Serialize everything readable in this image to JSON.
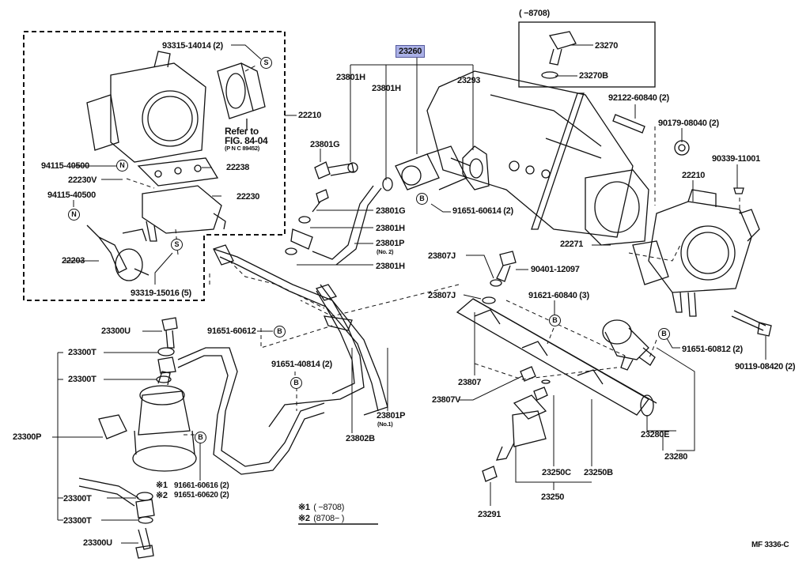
{
  "diagram": {
    "title": "Fuel Injection System Parts Diagram",
    "figure_code": "MF 3336-C",
    "highlight_color": "#aab0e6",
    "highlighted_part": "23260",
    "inset_box": {
      "date_range": "(        −8708)",
      "parts": [
        "23270",
        "23270B"
      ]
    },
    "footnotes": [
      {
        "mark": "※1",
        "range": "(        −8708)"
      },
      {
        "mark": "※2",
        "range": "(8708−        )"
      }
    ],
    "refer_note": {
      "line1": "Refer to",
      "line2": "FIG. 84-04",
      "line3": "(P N C 89452)"
    },
    "circle_marks": {
      "S": "S",
      "N": "N",
      "B": "B"
    },
    "labels": {
      "p93315": "93315-14014 (2)",
      "p22210a": "22210",
      "p22238": "22238",
      "p94115a": "94115-40500",
      "p22230V": "22230V",
      "p94115b": "94115-40500",
      "p22230": "22230",
      "p22203": "22203",
      "p93319": "93319-15016 (5)",
      "p23260": "23260",
      "p23801Ha": "23801H",
      "p23801Hb": "23801H",
      "p23293": "23293",
      "p23801Ga": "23801G",
      "p91651_60614": "91651-60614 (2)",
      "p23801Gb": "23801G",
      "p23801Hc": "23801H",
      "p23801P2": "23801P",
      "p23801P2_sub": "(No. 2)",
      "p23801Hd": "23801H",
      "p23807Ja": "23807J",
      "p90401": "90401-12097",
      "p23807Jb": "23807J",
      "p91621": "91621-60840 (3)",
      "p23270": "23270",
      "p23270B": "23270B",
      "p92122": "92122-60840 (2)",
      "p90179": "90179-08040 (2)",
      "p90339": "90339-11001",
      "p22210b": "22210",
      "p22271": "22271",
      "p91651_60812": "91651-60812 (2)",
      "p90119": "90119-08420 (2)",
      "p23280E": "23280E",
      "p23280": "23280",
      "p23807": "23807",
      "p23807V": "23807V",
      "p23250C": "23250C",
      "p23250B": "23250B",
      "p23250": "23250",
      "p23291": "23291",
      "p23300Ua": "23300U",
      "p23300Ta": "23300T",
      "p23300Tb": "23300T",
      "p23300P": "23300P",
      "p91661": "91661-60616 (2)",
      "p91651_60620": "91651-60620 (2)",
      "p23300Tc": "23300T",
      "p23300Td": "23300T",
      "p23300Ub": "23300U",
      "p91651_60612": "91651-60612",
      "p91651_40814": "91651-40814 (2)",
      "p23801P1": "23801P",
      "p23801P1_sub": "(No.1)",
      "p23802B": "23802B",
      "fn1_mark": "※1",
      "fn2_mark": "※2"
    }
  }
}
